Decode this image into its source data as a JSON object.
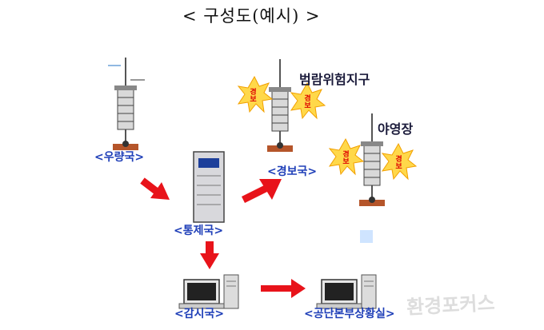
{
  "title": "< 구성도(예시) >",
  "labels": {
    "rain_station": "<우량국>",
    "alarm_station": "<경보국>",
    "control_station": "<통제국>",
    "monitor_station": "<감시국>",
    "office": "<공단본부상황실>",
    "flood_zone": "범람위험지구",
    "campground": "야영장"
  },
  "alarm_text": "경보",
  "watermark": "환경포커스",
  "colors": {
    "label_blue": "#1f3fb8",
    "arrow_red": "#e8131a",
    "burst_yellow": "#ffd84a",
    "base_brown": "#b5552a"
  }
}
